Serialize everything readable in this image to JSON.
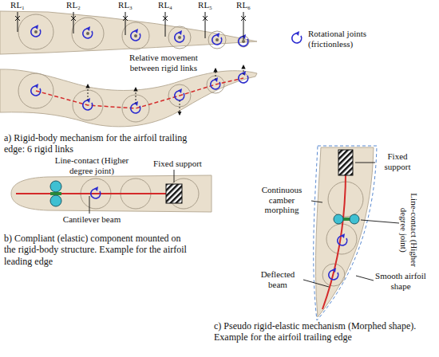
{
  "diagram": {
    "labels": [
      "RL₁",
      "RL₂",
      "RL₃",
      "RL₄",
      "RL₅",
      "RL₆",
      "Relative movement between rigid links",
      "a) Rigid-body mechanism for the airfoil trailing edge: 6 rigid links",
      "Line-contact (Higher degree joint)",
      "Fixed support",
      "Cantilever beam",
      "b) Compliant (elastic) component mounted on the rigid-body structure. Example for the airfoil leading edge",
      "Fixed support",
      "Line-contact (Higher degree joint)",
      "Continuous camber morphing",
      "Deflected beam",
      "Smooth airfoil shape",
      "c) Pseudo rigid-elastic mechanism (Morphed shape). Example for the airfoil trailing edge"
    ],
    "legend": [
      {
        "text": "Rotational joints (frictionless)"
      }
    ]
  }
}
